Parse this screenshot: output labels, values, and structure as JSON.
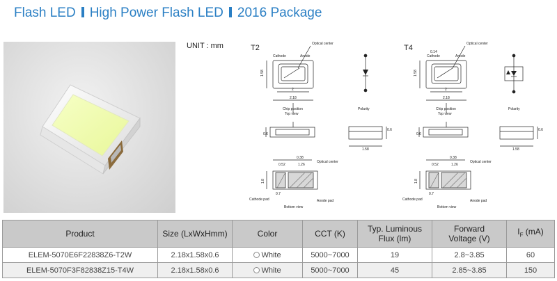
{
  "header": {
    "part1": "Flash LED",
    "part2": "High Power Flash LED",
    "part3": "2016 Package"
  },
  "unit_label": "UNIT : mm",
  "diagram": {
    "t2": {
      "label": "T2",
      "optical_center": "Optical center",
      "cathode": "Cathode",
      "anode": "Anode",
      "dim_height": "1.58",
      "dim_inner": "2",
      "dim_width": "2.18",
      "chip_position": "Chip position",
      "top_view": "Top view",
      "polarity": "Polarity",
      "side_h": "0.6",
      "side_w": "1.58",
      "b_dim_1": "0.38",
      "b_dim_2": "0.52",
      "b_dim_3": "1.26",
      "b_dim_4": "1.8",
      "b_dim_5": "0.7",
      "cathode_pad": "Cathode pad",
      "anode_pad": "Anode pad",
      "bottom_view": "Bottom view"
    },
    "t4": {
      "label": "T4",
      "optical_center": "Optical center",
      "cathode": "Cathode",
      "anode": "Anode",
      "dim_top": "0.14",
      "dim_height": "1.58",
      "dim_inner": "2",
      "dim_width": "2.18",
      "chip_position": "Chip position",
      "top_view": "Top view",
      "polarity": "Polarity",
      "side_h": "0.6",
      "side_w": "1.58",
      "b_dim_1": "0.38",
      "b_dim_2": "0.52",
      "b_dim_3": "1.26",
      "b_dim_4": "1.8",
      "b_dim_5": "0.7",
      "cathode_pad": "Cathode pad",
      "anode_pad": "Anode pad",
      "bottom_view": "Bottom view"
    }
  },
  "table": {
    "headers": {
      "product": "Product",
      "size": "Size (LxWxHmm)",
      "color": "Color",
      "cct": "CCT (K)",
      "flux_1": "Typ. Luminous",
      "flux_2": "Flux (lm)",
      "vf_1": "Forward",
      "vf_2": "Voltage (V)",
      "if_i": "I",
      "if_sub": "F",
      "if_unit": " (mA)"
    },
    "rows": [
      {
        "product": "ELEM-5070E6F22838Z6-T2W",
        "size": "2.18x1.58x0.6",
        "color": "White",
        "cct": "5000~7000",
        "flux": "19",
        "vf": "2.8~3.85",
        "if": "60"
      },
      {
        "product": "ELEM-5070F3F82838Z15-T4W",
        "size": "2.18x1.58x0.6",
        "color": "White",
        "cct": "5000~7000",
        "flux": "45",
        "vf": "2.85~3.85",
        "if": "150"
      }
    ]
  }
}
